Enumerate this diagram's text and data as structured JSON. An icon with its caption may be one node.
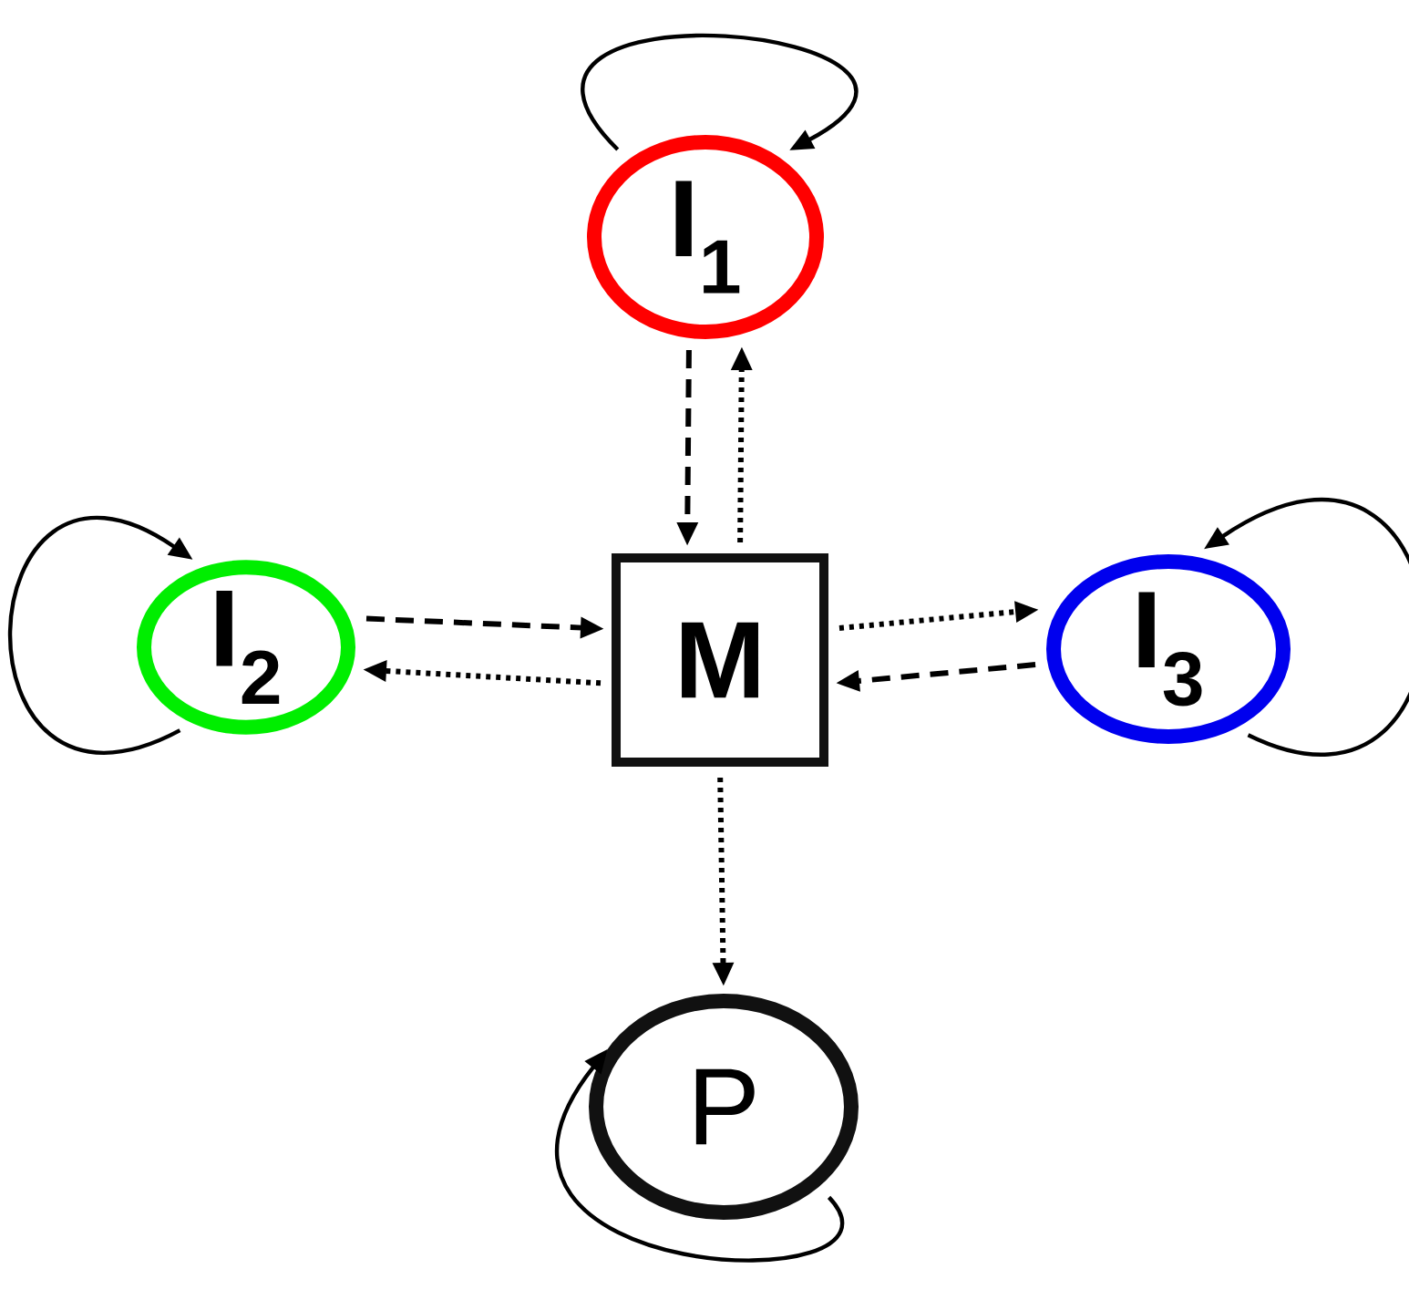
{
  "diagram": {
    "nodes": [
      {
        "text": [
          "I$_{1}$"
        ]
      },
      {
        "text": [
          "I$_{2}$"
        ]
      },
      {
        "text": [
          "M"
        ]
      },
      {
        "text": [
          "I$_{3}$"
        ]
      },
      {
        "text": [
          "P"
        ]
      }
    ],
    "edges": [
      {
        "from": 0,
        "to": 0,
        "arrow": "to"
      },
      {
        "from": 1,
        "to": 1,
        "arrow": "to"
      },
      {
        "from": 3,
        "to": 3,
        "arrow": "to"
      },
      {
        "from": 4,
        "to": 4,
        "arrow": "to"
      },
      {
        "from": 0,
        "to": 2,
        "arrow": "to",
        "style": "dashed"
      },
      {
        "from": 2,
        "to": 0,
        "arrow": "to",
        "style": "dashed"
      },
      {
        "from": 2,
        "to": 1,
        "arrow": "to",
        "style": "dashed"
      },
      {
        "from": 1,
        "to": 2,
        "arrow": "to",
        "style": "dashed"
      },
      {
        "from": 3,
        "to": 2,
        "arrow": "to",
        "style": "dashed"
      },
      {
        "from": 2,
        "to": 3,
        "arrow": "to",
        "style": "dashed"
      },
      {
        "from": 2,
        "to": 4,
        "arrow": "to",
        "style": "dashed"
      }
    ]
  }
}
